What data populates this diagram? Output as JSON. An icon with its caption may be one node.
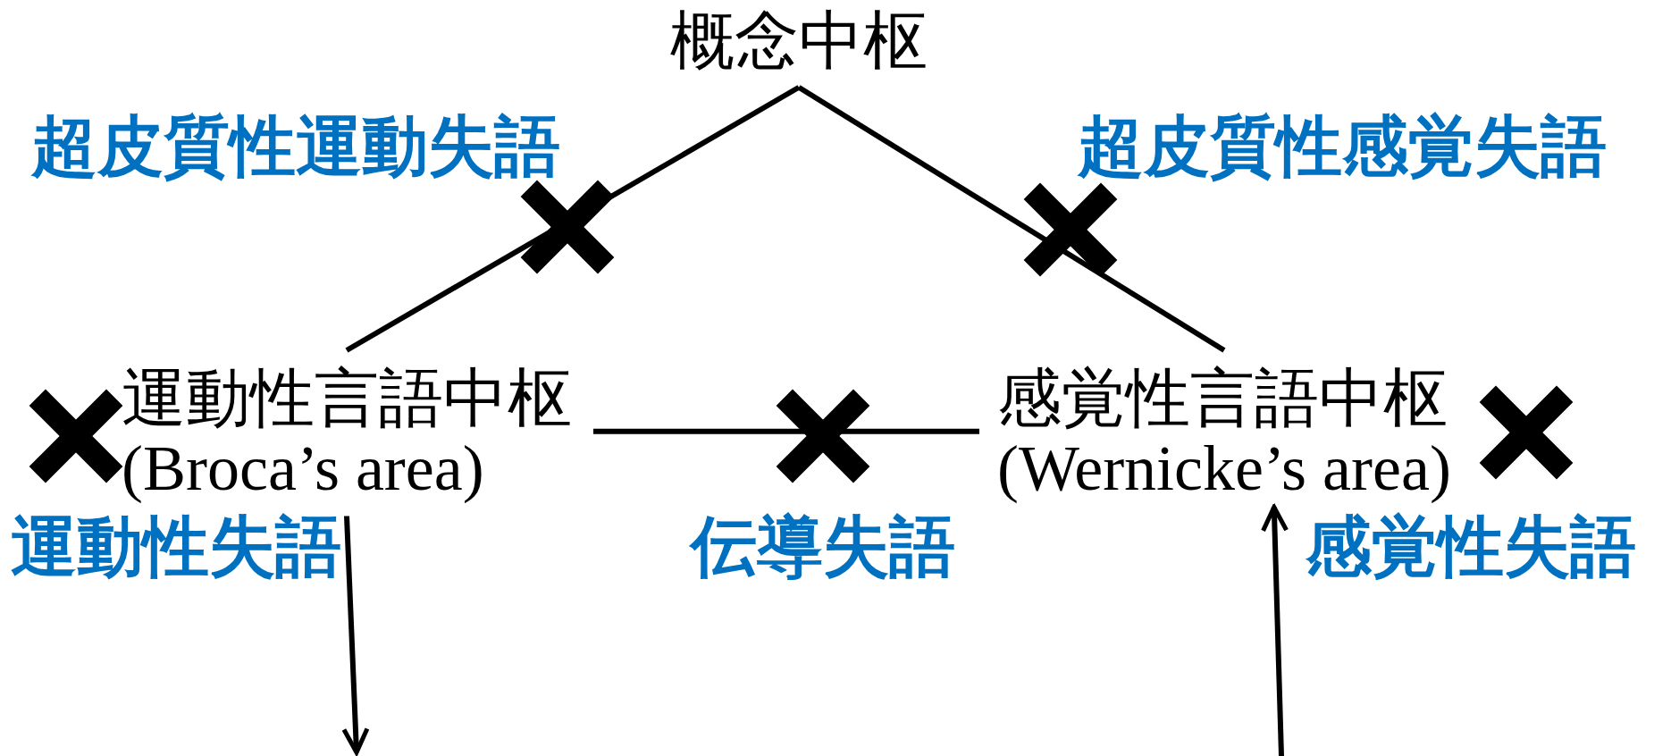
{
  "diagram": {
    "nodes": [
      {
        "text": [
          "概念中枢"
        ]
      },
      {
        "text": [
          "運動性言語中枢",
          "(Broca’s area)"
        ]
      },
      {
        "text": [
          "感覚性言語中枢",
          "(Wernicke’s area)"
        ]
      }
    ],
    "edges": [
      {
        "from": 0,
        "to": 1,
        "arrow": "none"
      },
      {
        "from": 0,
        "to": 2,
        "arrow": "none"
      },
      {
        "from": 1,
        "to": 2,
        "arrow": "none"
      },
      {
        "from": 1,
        "to": null,
        "arrow": "to"
      },
      {
        "from": null,
        "to": 2,
        "arrow": "to"
      }
    ],
    "labels": [
      "超皮質性運動失語",
      "超皮質性感覚失語",
      "運動性失語",
      "伝導失語",
      "感覚性失語"
    ]
  }
}
